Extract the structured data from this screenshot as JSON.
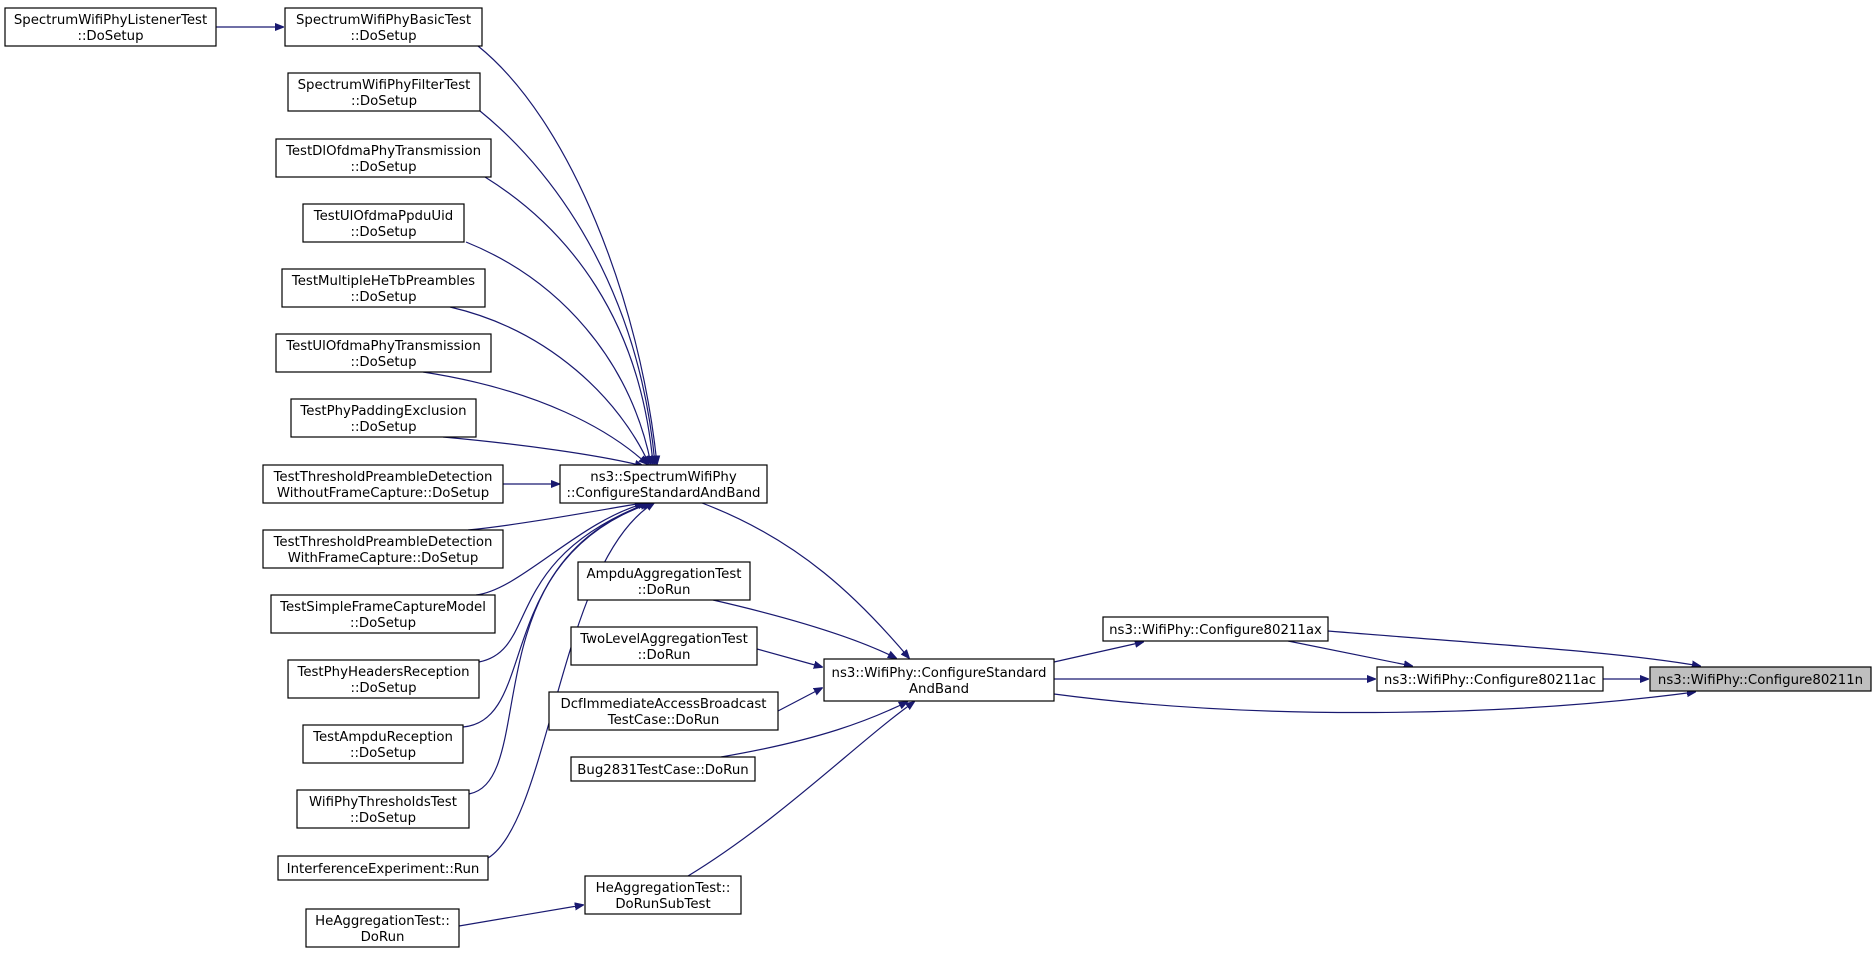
{
  "colors": {
    "edge": "#191970",
    "node_border": "#000000",
    "node_fill": "#ffffff",
    "focus_fill": "#bfbfbf"
  },
  "nodes": [
    {
      "id": "n_listener",
      "lines": [
        "SpectrumWifiPhyListenerTest",
        "::DoSetup"
      ]
    },
    {
      "id": "n_basic",
      "lines": [
        "SpectrumWifiPhyBasicTest",
        "::DoSetup"
      ]
    },
    {
      "id": "n_filter",
      "lines": [
        "SpectrumWifiPhyFilterTest",
        "::DoSetup"
      ]
    },
    {
      "id": "n_dlofdma",
      "lines": [
        "TestDlOfdmaPhyTransmission",
        "::DoSetup"
      ]
    },
    {
      "id": "n_ulppdu",
      "lines": [
        "TestUlOfdmaPpduUid",
        "::DoSetup"
      ]
    },
    {
      "id": "n_multihe",
      "lines": [
        "TestMultipleHeTbPreambles",
        "::DoSetup"
      ]
    },
    {
      "id": "n_ulofdma",
      "lines": [
        "TestUlOfdmaPhyTransmission",
        "::DoSetup"
      ]
    },
    {
      "id": "n_padding",
      "lines": [
        "TestPhyPaddingExclusion",
        "::DoSetup"
      ]
    },
    {
      "id": "n_thrwithout",
      "lines": [
        "TestThresholdPreambleDetection",
        "WithoutFrameCapture::DoSetup"
      ]
    },
    {
      "id": "n_thrwith",
      "lines": [
        "TestThresholdPreambleDetection",
        "WithFrameCapture::DoSetup"
      ]
    },
    {
      "id": "n_simplecap",
      "lines": [
        "TestSimpleFrameCaptureModel",
        "::DoSetup"
      ]
    },
    {
      "id": "n_headers",
      "lines": [
        "TestPhyHeadersReception",
        "::DoSetup"
      ]
    },
    {
      "id": "n_ampdurx",
      "lines": [
        "TestAmpduReception",
        "::DoSetup"
      ]
    },
    {
      "id": "n_thresholds",
      "lines": [
        "WifiPhyThresholdsTest",
        "::DoSetup"
      ]
    },
    {
      "id": "n_interf",
      "lines": [
        "InterferenceExperiment::Run"
      ]
    },
    {
      "id": "n_heagg",
      "lines": [
        "HeAggregationTest::",
        "DoRun"
      ]
    },
    {
      "id": "n_spectrum",
      "lines": [
        "ns3::SpectrumWifiPhy",
        "::ConfigureStandardAndBand"
      ]
    },
    {
      "id": "n_ampduagg",
      "lines": [
        "AmpduAggregationTest",
        "::DoRun"
      ]
    },
    {
      "id": "n_twolevel",
      "lines": [
        "TwoLevelAggregationTest",
        "::DoRun"
      ]
    },
    {
      "id": "n_dcf",
      "lines": [
        "DcfImmediateAccessBroadcast",
        "TestCase::DoRun"
      ]
    },
    {
      "id": "n_bug",
      "lines": [
        "Bug2831TestCase::DoRun"
      ]
    },
    {
      "id": "n_heaggsub",
      "lines": [
        "HeAggregationTest::",
        "DoRunSubTest"
      ]
    },
    {
      "id": "n_wifiphy_csb",
      "lines": [
        "ns3::WifiPhy::ConfigureStandard",
        "AndBand"
      ]
    },
    {
      "id": "n_80211ax",
      "lines": [
        "ns3::WifiPhy::Configure80211ax"
      ]
    },
    {
      "id": "n_80211ac",
      "lines": [
        "ns3::WifiPhy::Configure80211ac"
      ]
    },
    {
      "id": "n_80211n",
      "lines": [
        "ns3::WifiPhy::Configure80211n"
      ],
      "focus": true
    }
  ]
}
